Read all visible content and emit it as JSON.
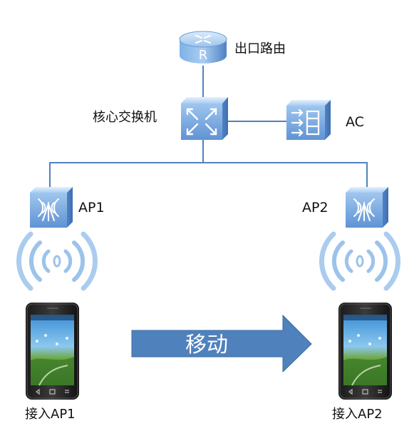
{
  "nodes": {
    "router": "出口路由",
    "router_glyph": "R",
    "core_switch": "核心交换机",
    "ac": "AC",
    "ap1": "AP1",
    "ap2": "AP2"
  },
  "phones": {
    "left_caption": "接入AP1",
    "right_caption": "接入AP2"
  },
  "arrow": {
    "label": "移动"
  },
  "colors": {
    "link_line": "#4f81bd",
    "device_light": "#b9d7f5",
    "device_dark": "#5b8fd0",
    "signal": "#9cc3eb",
    "arrow_fill": "#4f81bd"
  }
}
